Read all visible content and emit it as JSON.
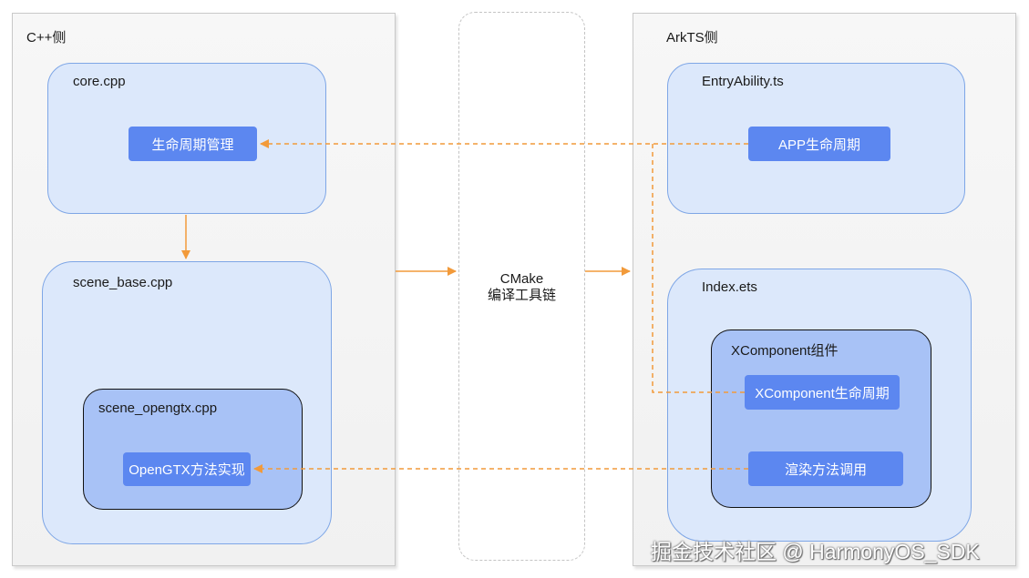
{
  "panels": {
    "cpp": {
      "title": "C++侧"
    },
    "arkts": {
      "title": "ArkTS侧"
    }
  },
  "cpp": {
    "core": {
      "title": "core.cpp",
      "node": "生命周期管理"
    },
    "scene_base": {
      "title": "scene_base.cpp"
    },
    "scene_opengtx": {
      "title": "scene_opengtx.cpp",
      "node": "OpenGTX方法实现"
    }
  },
  "cmake": {
    "line1": "CMake",
    "line2": "编译工具链"
  },
  "arkts": {
    "entry": {
      "title": "EntryAbility.ts",
      "node": "APP生命周期"
    },
    "index": {
      "title": "Index.ets"
    },
    "xcomponent": {
      "title": "XComponent组件",
      "lifecycle_node": "XComponent生命周期",
      "render_node": "渲染方法调用"
    }
  },
  "watermark": "掘金技术社区 @ HarmonyOS_SDK",
  "colors": {
    "solid_arrow": "#f29a3a",
    "dashed_arrow": "#f29a3a",
    "node_fill": "#5c87f0",
    "group_fill": "#dce8fb",
    "inner_fill": "#a8c2f6"
  }
}
